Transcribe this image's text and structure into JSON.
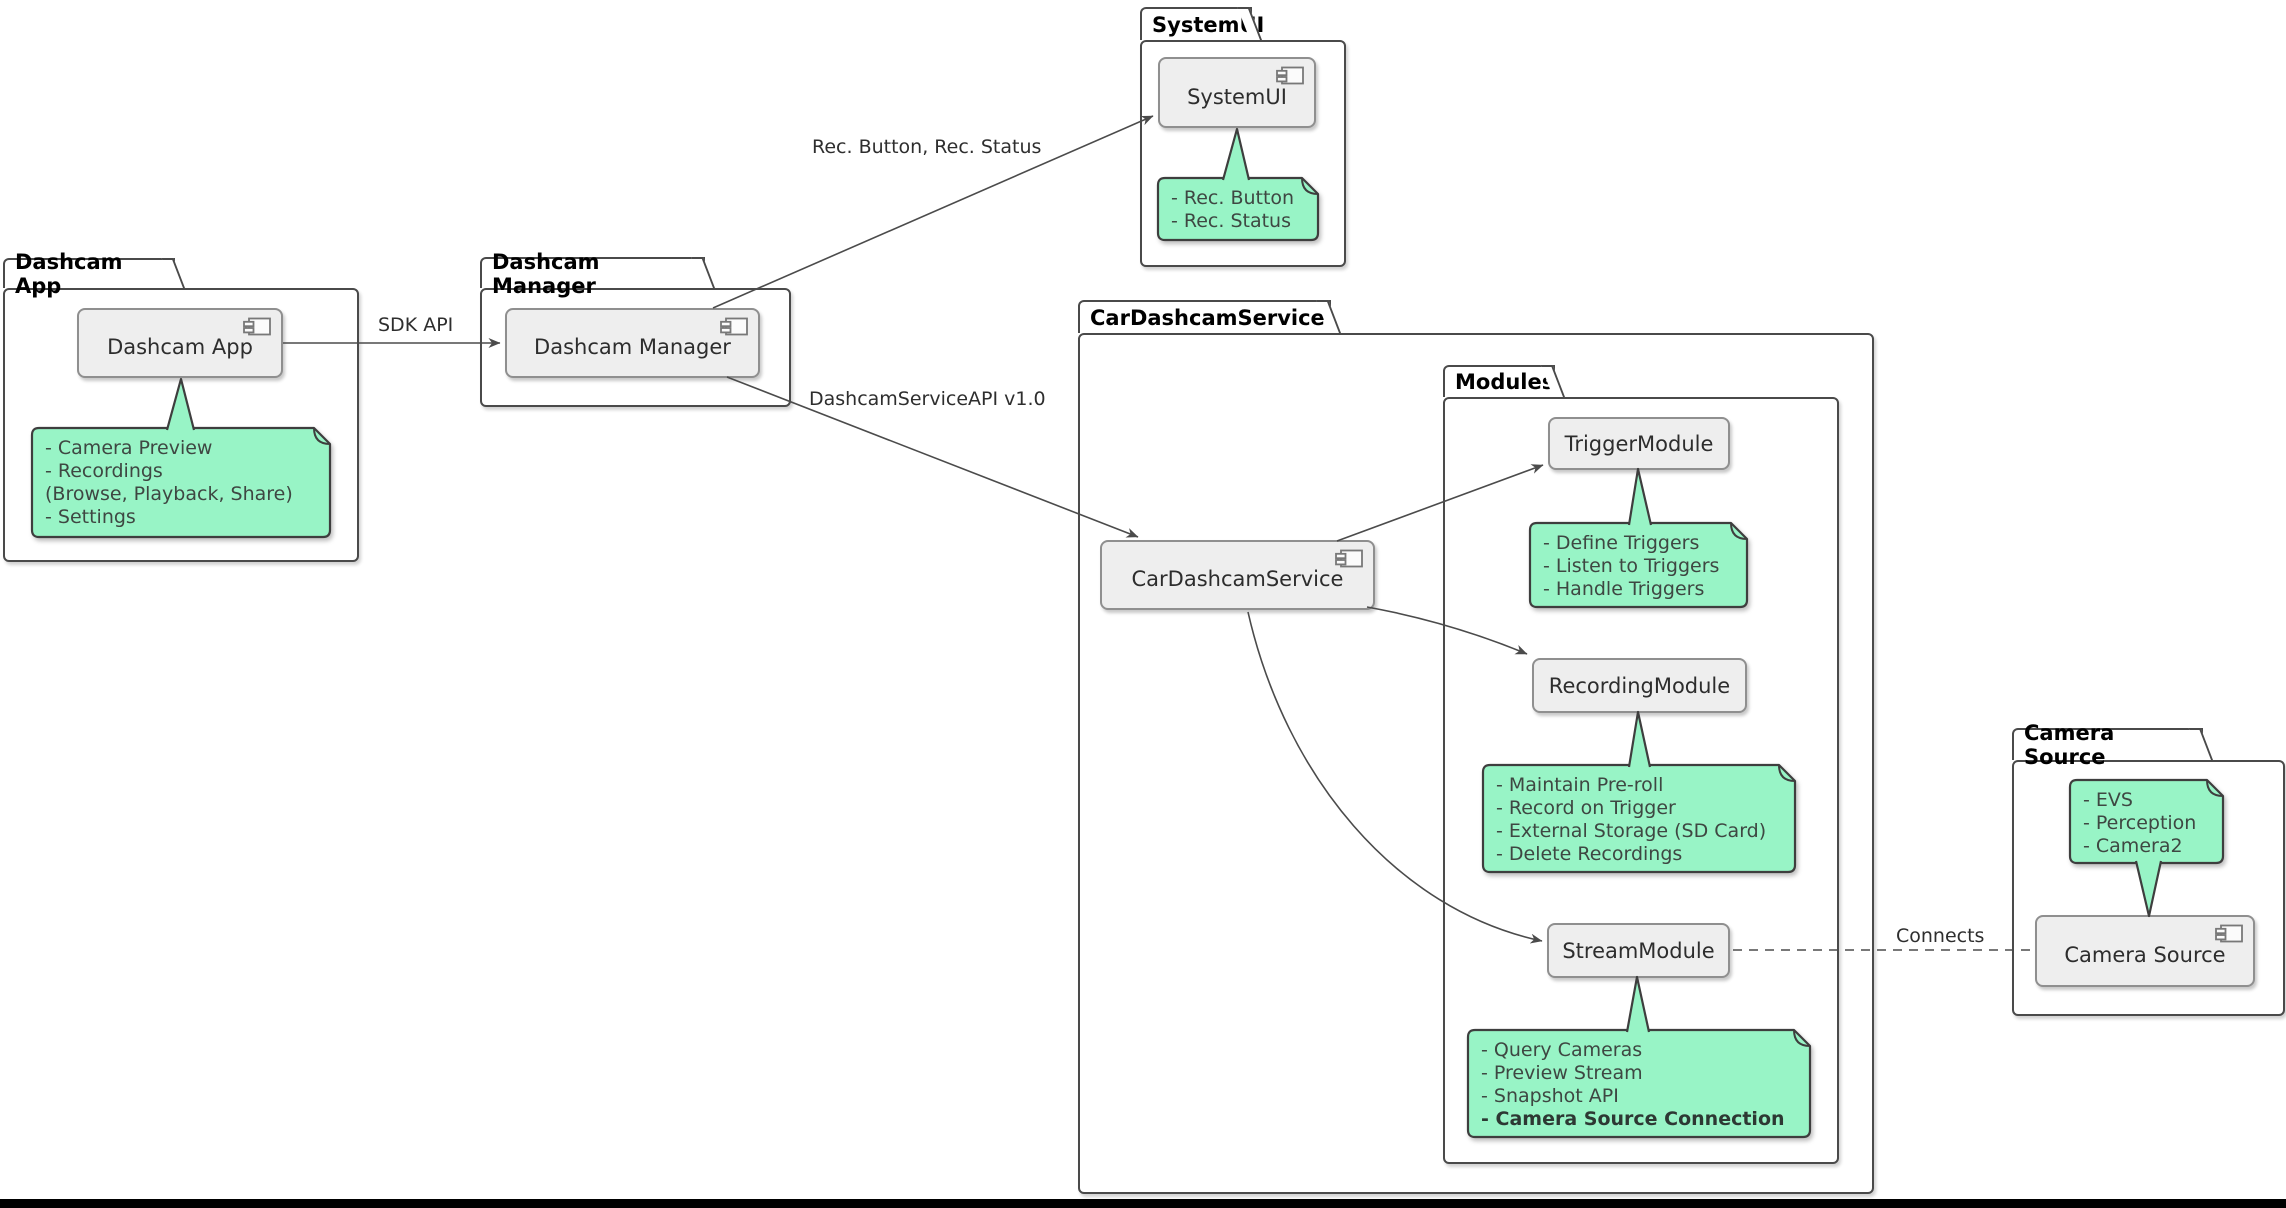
{
  "colors": {
    "background": "#FFFFFF",
    "note_fill": "#98F4C6",
    "note_border": "#3E3E3E",
    "component_fill": "#EEEEEE",
    "component_border": "#8F8F8F",
    "package_border": "#4A4A4A",
    "edge": "#4B4B4B",
    "bottom_bar": "#000000"
  },
  "packages": [
    {
      "id": "dashcam-app",
      "label": "Dashcam App"
    },
    {
      "id": "dashcam-manager",
      "label": "Dashcam Manager"
    },
    {
      "id": "systemui",
      "label": "SystemUI"
    },
    {
      "id": "cardashcamservice",
      "label": "CarDashcamService"
    },
    {
      "id": "modules",
      "label": "Modules"
    },
    {
      "id": "camera-source",
      "label": "Camera Source"
    }
  ],
  "components": [
    {
      "id": "dashcam-app",
      "label": "Dashcam App",
      "icon": "component-icon"
    },
    {
      "id": "dashcam-manager",
      "label": "Dashcam Manager",
      "icon": "component-icon"
    },
    {
      "id": "systemui",
      "label": "SystemUI",
      "icon": "component-icon"
    },
    {
      "id": "cardashcamservice",
      "label": "CarDashcamService",
      "icon": "component-icon"
    },
    {
      "id": "triggermodule",
      "label": "TriggerModule"
    },
    {
      "id": "recordingmodule",
      "label": "RecordingModule"
    },
    {
      "id": "streammodule",
      "label": "StreamModule"
    },
    {
      "id": "camera-source",
      "label": "Camera Source",
      "icon": "component-icon"
    }
  ],
  "notes": [
    {
      "id": "dashcam-app-note",
      "lines": [
        "- Camera Preview",
        "- Recordings",
        "(Browse, Playback, Share)",
        "- Settings"
      ]
    },
    {
      "id": "systemui-note",
      "lines": [
        "- Rec. Button",
        "- Rec. Status"
      ]
    },
    {
      "id": "trigger-note",
      "lines": [
        "- Define Triggers",
        "- Listen to Triggers",
        "- Handle Triggers"
      ]
    },
    {
      "id": "recording-note",
      "lines": [
        "- Maintain Pre-roll",
        "- Record on Trigger",
        "- External Storage (SD Card)",
        "- Delete Recordings"
      ]
    },
    {
      "id": "stream-note",
      "lines": [
        "- Query Cameras",
        "- Preview Stream",
        "- Snapshot API",
        "- Camera Source Connection"
      ],
      "bold_line_index": 3
    },
    {
      "id": "camera-source-note",
      "lines": [
        "- EVS",
        "- Perception",
        "- Camera2"
      ]
    }
  ],
  "edges": [
    {
      "id": "sdk-api",
      "from": "Dashcam App",
      "to": "Dashcam Manager",
      "label": "SDK API",
      "style": "solid-arrow"
    },
    {
      "id": "rec-button-status",
      "from": "Dashcam Manager",
      "to": "SystemUI",
      "label": "Rec. Button, Rec. Status",
      "style": "solid-arrow"
    },
    {
      "id": "dashcam-service-api",
      "from": "Dashcam Manager",
      "to": "CarDashcamService",
      "label": "DashcamServiceAPI v1.0",
      "style": "solid-arrow"
    },
    {
      "id": "service-to-trigger",
      "from": "CarDashcamService",
      "to": "TriggerModule",
      "label": "",
      "style": "solid-arrow"
    },
    {
      "id": "service-to-recording",
      "from": "CarDashcamService",
      "to": "RecordingModule",
      "label": "",
      "style": "solid-arrow"
    },
    {
      "id": "service-to-stream",
      "from": "CarDashcamService",
      "to": "StreamModule",
      "label": "",
      "style": "solid-arrow"
    },
    {
      "id": "connects",
      "from": "StreamModule",
      "to": "Camera Source",
      "label": "Connects",
      "style": "dashed"
    }
  ]
}
